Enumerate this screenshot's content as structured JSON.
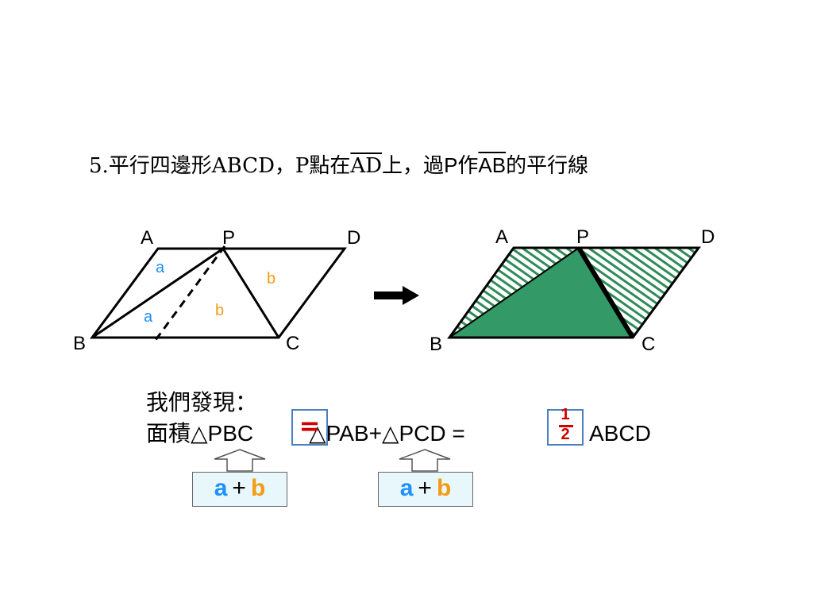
{
  "problem": {
    "prefix": "5.平行四邊形ABCD，P點在",
    "seg1": "AD",
    "middle": "上",
    "comma": "，過",
    "p": "P",
    "zuo": "作",
    "seg2": "AB",
    "suffix": "的平行線"
  },
  "points": {
    "A": "A",
    "P": "P",
    "D": "D",
    "B": "B",
    "C": "C"
  },
  "regions": {
    "a": "a",
    "b": "b"
  },
  "finding": {
    "title": "我們發現：",
    "lhs": "面積△PBC",
    "eq_symbol": "=",
    "rhs": "△PAB+△PCD =",
    "frac_num": "1",
    "frac_den": "2",
    "tail": "ABCD"
  },
  "sums": [
    {
      "a": "a",
      "plus": "+",
      "b": "b"
    },
    {
      "a": "a",
      "plus": "+",
      "b": "b"
    }
  ],
  "colors": {
    "green": "#339966",
    "hatch": "#2e8b57",
    "label_a": "#1e90ff",
    "label_b": "#f39c12",
    "highlight": "#d00000",
    "box_border": "#4a7fc1",
    "sum_bg": "#e8f7fb"
  }
}
